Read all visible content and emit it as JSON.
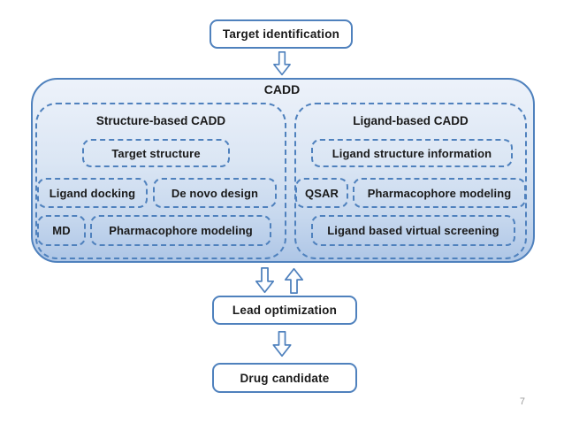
{
  "page": {
    "page_number": "7",
    "background_color": "#ffffff"
  },
  "colors": {
    "accent_border": "#4f81bd",
    "container_fill_top": "#edf2fa",
    "container_fill_bottom": "#aec6e6",
    "text": "#1a1a1a",
    "box_fill": "#ffffff",
    "page_number_gray": "#9a9a9a"
  },
  "icons": {
    "down_arrow": "hollow block arrow pointing down",
    "up_arrow": "hollow block arrow pointing up"
  },
  "flow": {
    "target_identification": "Target identification",
    "cadd_label": "CADD",
    "structure_based": {
      "title": "Structure-based CADD",
      "target_structure": "Target structure",
      "ligand_docking": "Ligand docking",
      "de_novo_design": "De novo design",
      "md": "MD",
      "pharmacophore_modeling": "Pharmacophore modeling"
    },
    "ligand_based": {
      "title": "Ligand-based CADD",
      "ligand_structure_information": "Ligand structure information",
      "qsar": "QSAR",
      "pharmacophore_modeling": "Pharmacophore modeling",
      "ligand_based_virtual_screening": "Ligand based virtual screening"
    },
    "lead_optimization": "Lead optimization",
    "drug_candidate": "Drug candidate"
  }
}
